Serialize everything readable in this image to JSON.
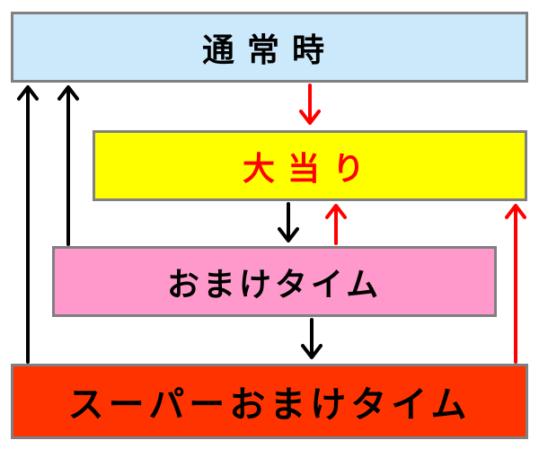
{
  "nodes": {
    "normal": {
      "label": "通常時",
      "fill": "#cce9fb",
      "text_color": "#000000"
    },
    "jackpot": {
      "label": "大当り",
      "fill": "#ffff00",
      "text_color": "#ff0000"
    },
    "bonus": {
      "label": "おまけタイム",
      "fill": "#ff99cc",
      "text_color": "#000000"
    },
    "super_bonus": {
      "label": "スーパーおまけタイム",
      "fill": "#ff3300",
      "text_color": "#000000"
    }
  },
  "colors": {
    "border": "#808080",
    "arrow_black": "#000000",
    "arrow_red": "#ff0000"
  },
  "edges": [
    {
      "from": "normal",
      "to": "jackpot",
      "color": "red"
    },
    {
      "from": "jackpot",
      "to": "bonus",
      "color": "black"
    },
    {
      "from": "bonus",
      "to": "jackpot",
      "color": "red"
    },
    {
      "from": "bonus",
      "to": "super_bonus",
      "color": "black"
    },
    {
      "from": "bonus",
      "to": "normal",
      "color": "black"
    },
    {
      "from": "super_bonus",
      "to": "normal",
      "color": "black"
    },
    {
      "from": "super_bonus",
      "to": "jackpot",
      "color": "red"
    }
  ]
}
